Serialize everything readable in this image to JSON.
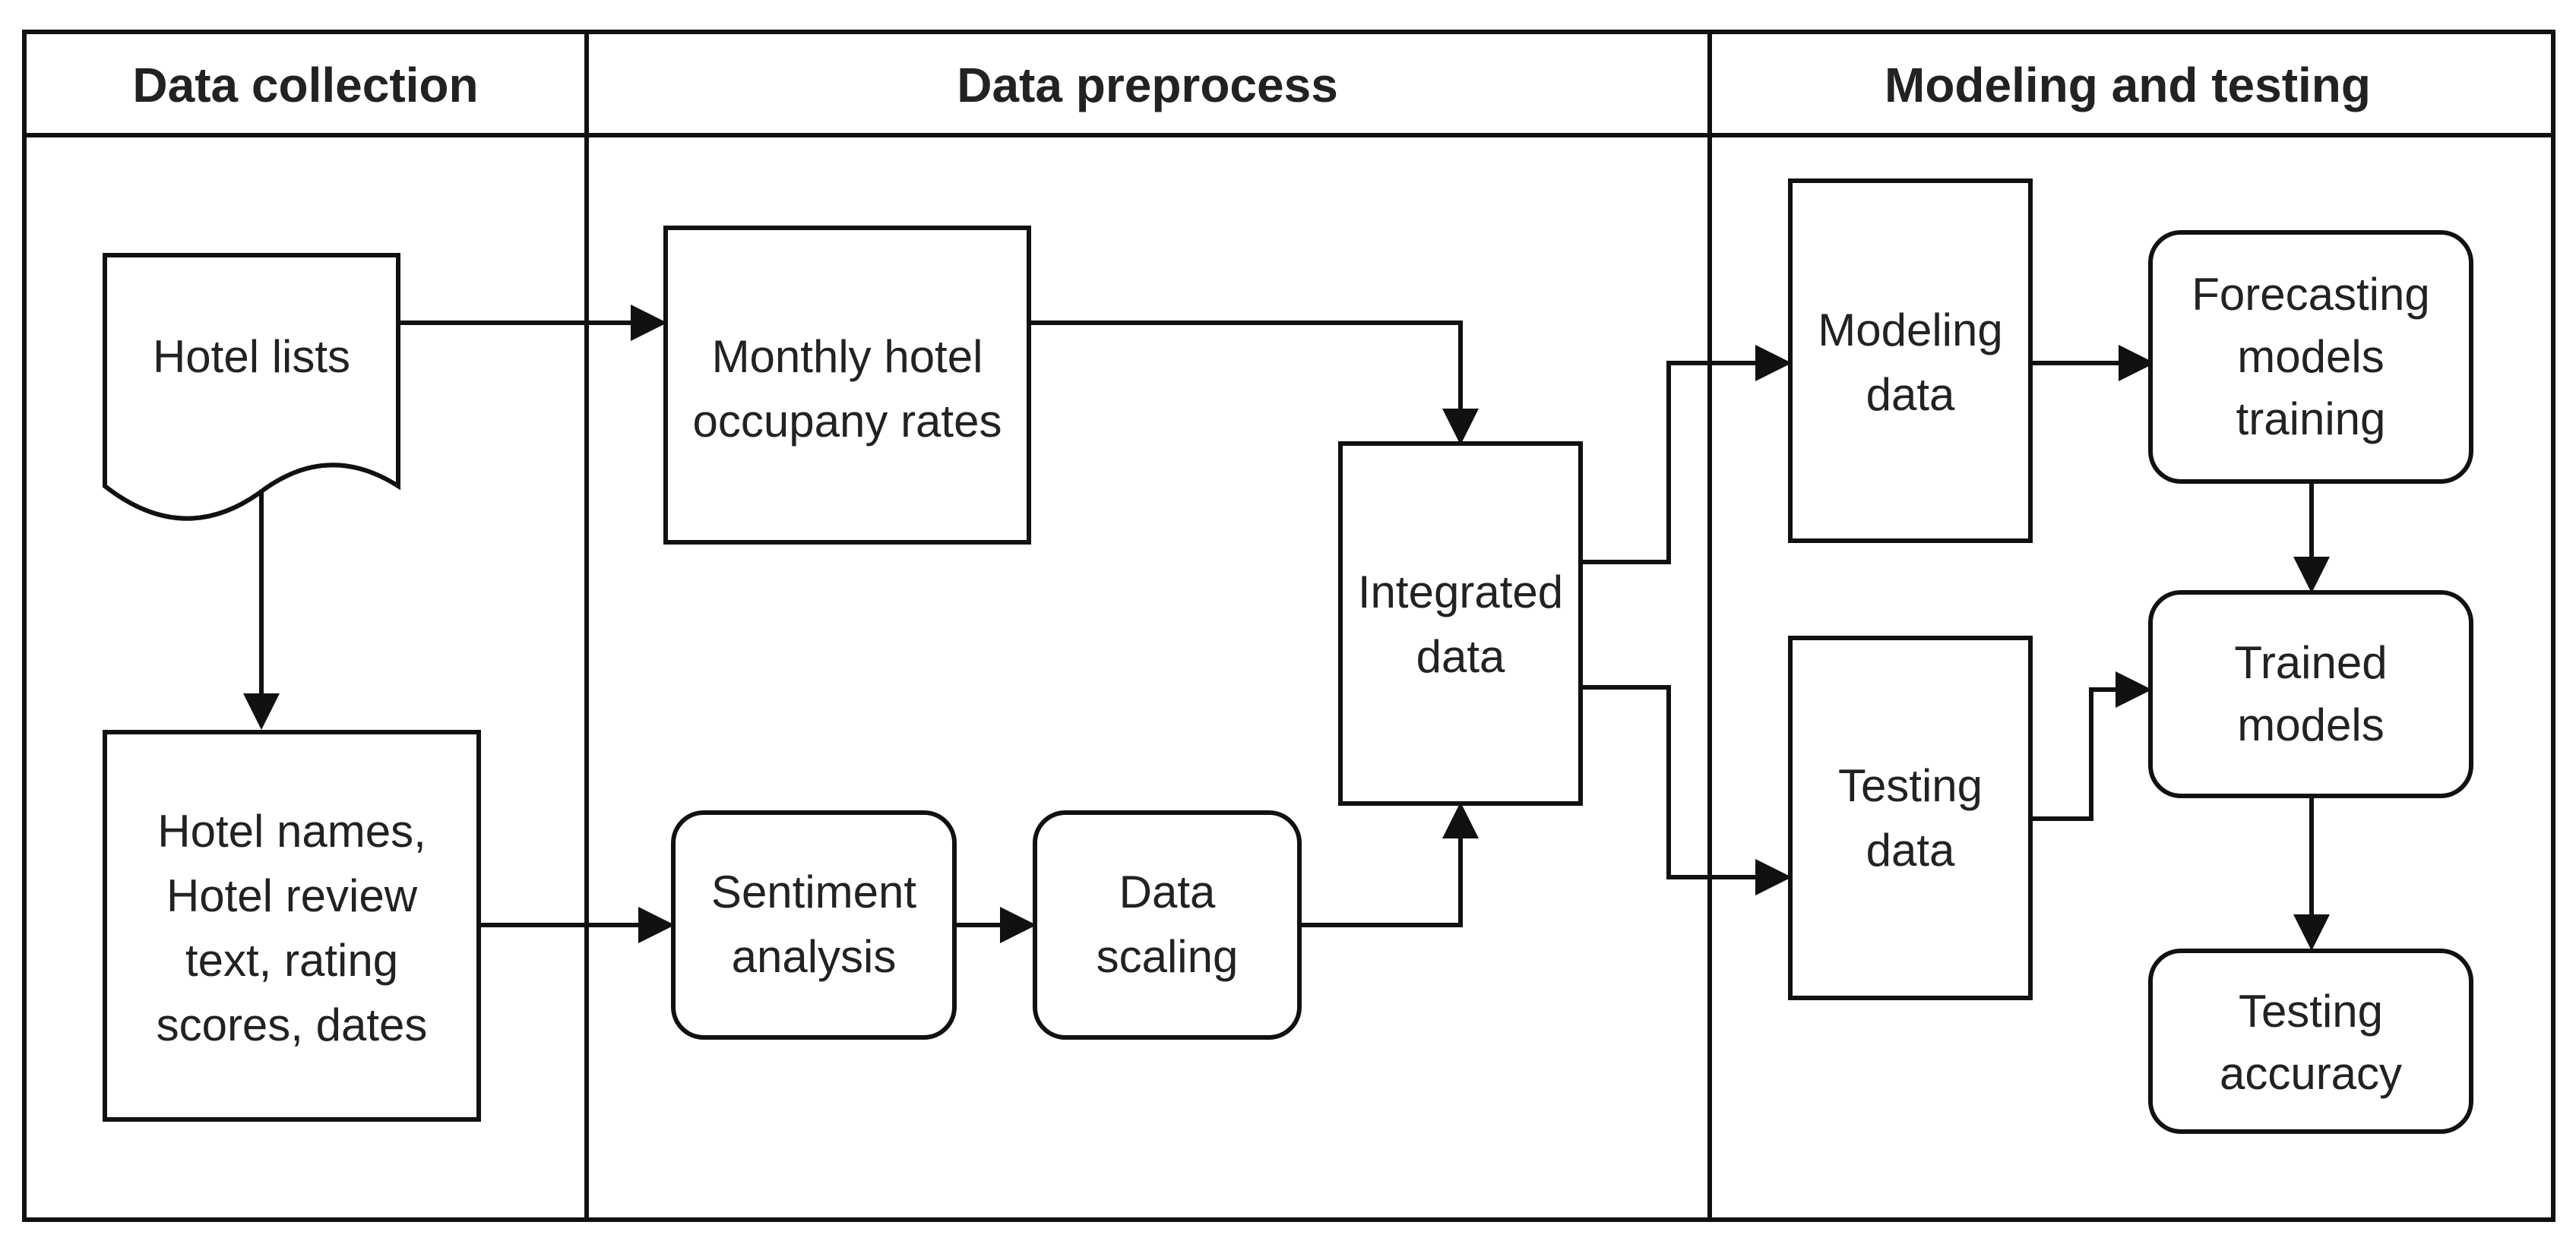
{
  "lanes": {
    "collection": "Data collection",
    "preprocess": "Data preprocess",
    "modeling": "Modeling and testing"
  },
  "nodes": {
    "hotel_lists": [
      "Hotel lists"
    ],
    "hotel_names": [
      "Hotel names,",
      "Hotel review",
      "text, rating",
      "scores, dates"
    ],
    "monthly_rates": [
      "Monthly hotel",
      "occupany rates"
    ],
    "sentiment": [
      "Sentiment",
      "analysis"
    ],
    "data_scaling": [
      "Data",
      "scaling"
    ],
    "integrated": [
      "Integrated",
      "data"
    ],
    "modeling_data": [
      "Modeling",
      "data"
    ],
    "testing_data": [
      "Testing",
      "data"
    ],
    "forecasting": [
      "Forecasting",
      "models",
      "training"
    ],
    "trained": [
      "Trained",
      "models"
    ],
    "testing_accuracy": [
      "Testing",
      "accuracy"
    ]
  }
}
